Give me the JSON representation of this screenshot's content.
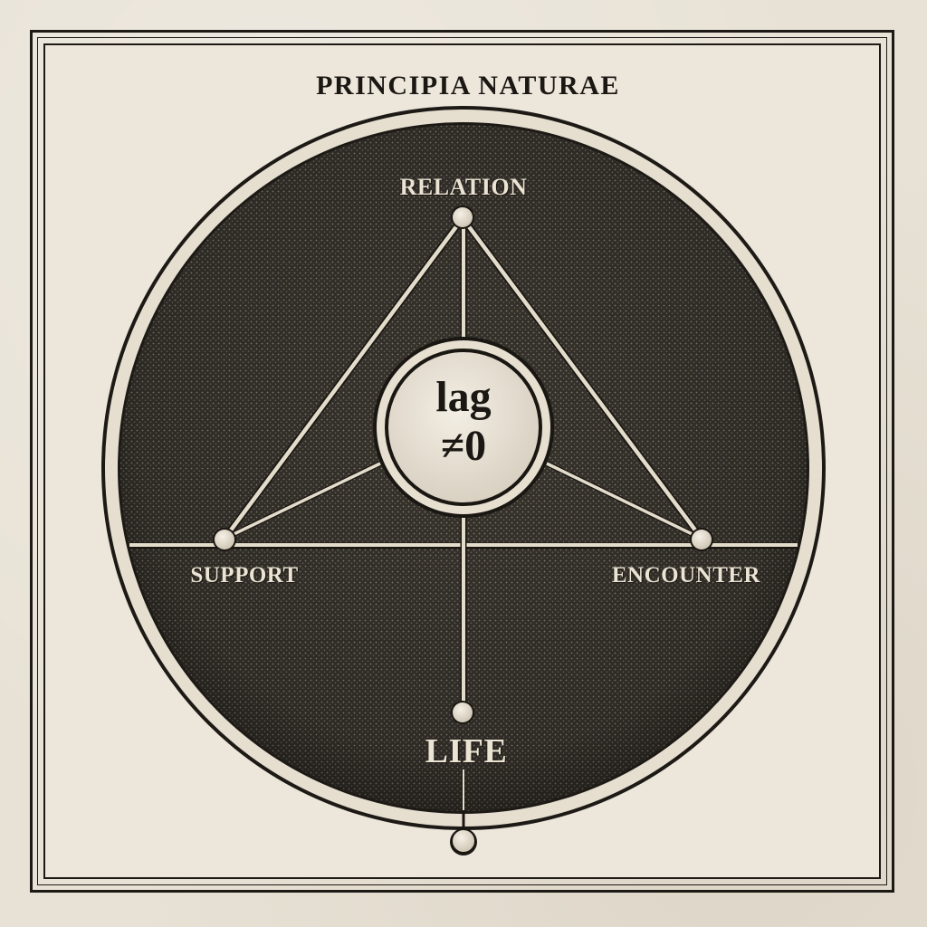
{
  "title": "PRINCIPIA NATURAE",
  "diagram": {
    "center": {
      "line1": "lag",
      "line2": "≠0"
    },
    "nodes": {
      "top": "RELATION",
      "left": "SUPPORT",
      "right": "ENCOUNTER",
      "bottom": "LIFE"
    },
    "colors": {
      "paper": "#e8e2d6",
      "ink": "#1d1a16",
      "disc": "#3a3630",
      "ring": "#e6dfd0",
      "medallion": "#ece6da"
    }
  }
}
